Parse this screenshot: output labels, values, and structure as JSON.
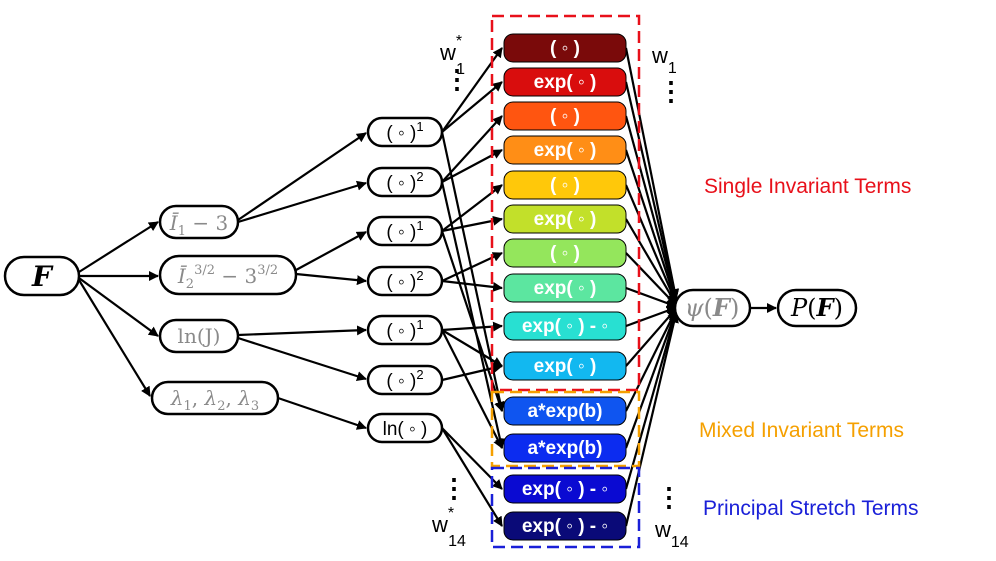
{
  "input_node": "F",
  "invariants": [
    {
      "label": "Ī₁ − 3"
    },
    {
      "label": "Ī₂^{3/2} − 3^{3/2}"
    },
    {
      "label": "ln(J)"
    },
    {
      "label": "λ₁, λ₂, λ₃"
    }
  ],
  "powers": [
    {
      "base": "( ◦ )",
      "exp": "1"
    },
    {
      "base": "( ◦ )",
      "exp": "2"
    },
    {
      "base": "( ◦ )",
      "exp": "1"
    },
    {
      "base": "( ◦ )",
      "exp": "2"
    },
    {
      "base": "( ◦ )",
      "exp": "1"
    },
    {
      "base": "( ◦ )",
      "exp": "2"
    },
    {
      "base": "ln( ◦ )",
      "exp": ""
    }
  ],
  "terms": [
    {
      "label": "( ◦ )",
      "color": "#7a0a0a"
    },
    {
      "label": "exp( ◦ )",
      "color": "#d90d0d"
    },
    {
      "label": "( ◦ )",
      "color": "#ff5510"
    },
    {
      "label": "exp( ◦ )",
      "color": "#ff8e16"
    },
    {
      "label": "( ◦ )",
      "color": "#ffc80a"
    },
    {
      "label": "exp( ◦ )",
      "color": "#c2e02a"
    },
    {
      "label": "( ◦ )",
      "color": "#94e65c"
    },
    {
      "label": "exp( ◦ )",
      "color": "#5ce6a0"
    },
    {
      "label": "exp( ◦ ) - ◦",
      "color": "#28e0d2"
    },
    {
      "label": "exp( ◦ )",
      "color": "#12b8f0"
    },
    {
      "label": "a*exp(b)",
      "color": "#0f55f0"
    },
    {
      "label": "a*exp(b)",
      "color": "#0c2cf0"
    },
    {
      "label": "exp( ◦ ) - ◦",
      "color": "#0a0ad2"
    },
    {
      "label": "exp( ◦ ) - ◦",
      "color": "#0a0a78"
    }
  ],
  "psi_node": "ψ(F)",
  "output_node": "P(F)",
  "weights": {
    "w_star_top": {
      "base": "w",
      "sup": "*",
      "sub": "1"
    },
    "w_star_bottom": {
      "base": "w",
      "sup": "*",
      "sub": "14"
    },
    "w_top": {
      "base": "w",
      "sub": "1"
    },
    "w_bottom": {
      "base": "w",
      "sub": "14"
    },
    "ellipsis": "⋮"
  },
  "groups": [
    {
      "title": "Single Invariant Terms",
      "color": "#e8101a"
    },
    {
      "title": "Mixed Invariant Terms",
      "color": "#f5a000"
    },
    {
      "title": "Principal Stretch Terms",
      "color": "#1a20d8"
    }
  ]
}
